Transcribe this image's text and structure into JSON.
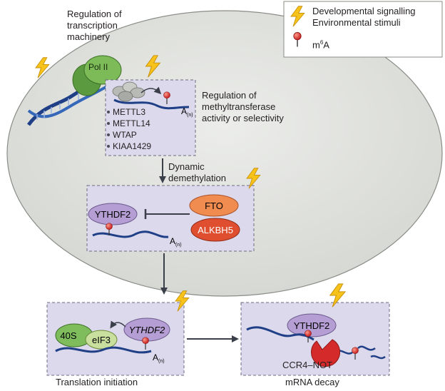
{
  "legend": {
    "line1": "Developmental signalling",
    "line2": "Environmental stimuli",
    "m6a_base": "m",
    "m6a_sup": "6",
    "m6a_tail": "A"
  },
  "transcription": {
    "title_line1": "Regulation of",
    "title_line2": "transcription",
    "title_line3": "machinery",
    "pol_label": "Pol II"
  },
  "writers": {
    "items": [
      "METTL3",
      "METTL14",
      "WTAP",
      "KIAA1429"
    ],
    "polyA": "A",
    "polyA_sub": "(n)"
  },
  "methyltransferase": {
    "line1": "Regulation of",
    "line2": "methyltransferase",
    "line3": "activity or selectivity"
  },
  "demethylation": {
    "line1": "Dynamic",
    "line2": "demethylation",
    "reader": "YTHDF2",
    "eraser1": "FTO",
    "eraser2": "ALKBH5",
    "polyA": "A",
    "polyA_sub": "(n)"
  },
  "translation": {
    "label": "Translation initiation",
    "ribosome": "40S",
    "factor": "eIF3",
    "reader": "YTHDF2",
    "polyA": "A",
    "polyA_sub": "(n)"
  },
  "decay": {
    "label": "mRNA decay",
    "reader": "YTHDF2",
    "complex": "CCR4–NOT"
  },
  "colors": {
    "cell": "#e3e4e0",
    "cell_stroke": "#8a8c86",
    "panel": "#ddd9ec",
    "panel_stroke": "#6d6a80",
    "rna": "#1f3f86",
    "bolt": "#f7c21a",
    "m6a": "#d42a2a",
    "pol": "#6dac4c",
    "reader": "#b59ed3",
    "fto": "#f08c4f",
    "alkbh5": "#df4f2f",
    "ribosome": "#7fbd5c",
    "arrow": "#3b3f4a"
  }
}
